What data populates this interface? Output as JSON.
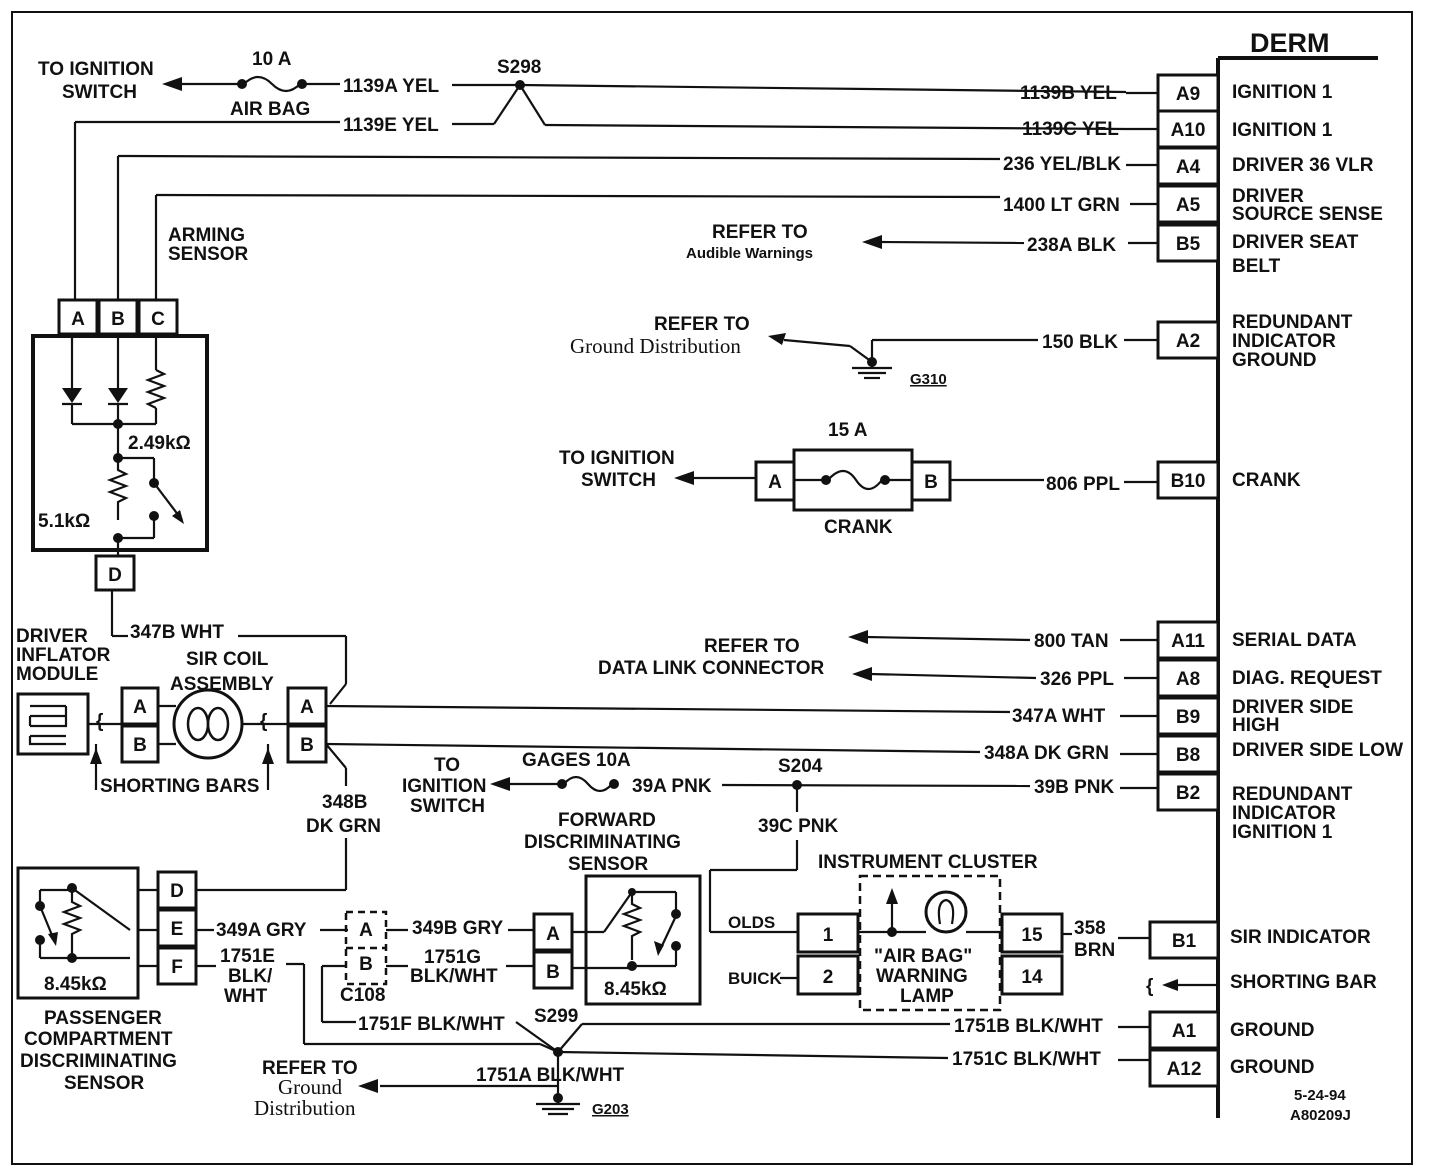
{
  "derm": {
    "title": "DERM",
    "pins": [
      {
        "pin": "A9",
        "label": "IGNITION 1",
        "wire": "1139B YEL"
      },
      {
        "pin": "A10",
        "label": "IGNITION 1",
        "wire": "1139C YEL"
      },
      {
        "pin": "A4",
        "label": "DRIVER 36 VLR",
        "wire": "236 YEL/BLK"
      },
      {
        "pin": "A5",
        "label_line1": "DRIVER",
        "label_line2": "SOURCE SENSE",
        "wire": "1400 LT GRN"
      },
      {
        "pin": "B5",
        "label_line1": "DRIVER SEAT",
        "label_line2": "BELT",
        "wire": "238A BLK"
      },
      {
        "pin": "A2",
        "label_line1": "REDUNDANT",
        "label_line2": "INDICATOR",
        "label_line3": "GROUND",
        "wire": "150 BLK"
      },
      {
        "pin": "B10",
        "label": "CRANK",
        "wire": "806 PPL"
      },
      {
        "pin": "A11",
        "label": "SERIAL DATA",
        "wire": "800 TAN"
      },
      {
        "pin": "A8",
        "label": "DIAG. REQUEST",
        "wire": "326 PPL"
      },
      {
        "pin": "B9",
        "label_line1": "DRIVER SIDE",
        "label_line2": "HIGH",
        "wire": "347A WHT"
      },
      {
        "pin": "B8",
        "label": "DRIVER SIDE LOW",
        "wire": "348A DK GRN"
      },
      {
        "pin": "B2",
        "label_line1": "REDUNDANT",
        "label_line2": "INDICATOR",
        "label_line3": "IGNITION 1",
        "wire": "39B PNK"
      },
      {
        "pin": "B1",
        "label": "SIR INDICATOR",
        "wire_line1": "358",
        "wire_line2": "BRN"
      },
      {
        "pin": "A1",
        "label": "GROUND",
        "wire": "1751B BLK/WHT"
      },
      {
        "pin": "A12",
        "label": "GROUND",
        "wire": "1751C BLK/WHT"
      }
    ],
    "shorting_bar": "SHORTING BAR"
  },
  "top": {
    "to_ignition_line1": "TO IGNITION",
    "to_ignition_line2": "SWITCH",
    "fuse_rating": "10 A",
    "fuse_name": "AIR BAG",
    "wire_1139a": "1139A YEL",
    "wire_1139e": "1139E YEL",
    "splice": "S298"
  },
  "arming_sensor": {
    "title_line1": "ARMING",
    "title_line2": "SENSOR",
    "pins": [
      "A",
      "B",
      "C",
      "D"
    ],
    "r1": "2.49kΩ",
    "r2": "5.1kΩ"
  },
  "refs": {
    "audible_line1": "REFER TO",
    "audible_line2": "Audible Warnings",
    "ground_line1": "REFER  TO",
    "ground_line2": "Ground  Distribution",
    "g310": "G310",
    "data_link_line1": "REFER TO",
    "data_link_line2": "DATA LINK CONNECTOR",
    "ground2_line1": "REFER TO",
    "ground2_line2": "Ground",
    "ground2_line3": "Distribution",
    "g203": "G203"
  },
  "crank": {
    "fuse_rating": "15 A",
    "fuse_name": "CRANK",
    "pin_a": "A",
    "pin_b": "B",
    "to_ignition_line1": "TO IGNITION",
    "to_ignition_line2": "SWITCH"
  },
  "driver_inflator": {
    "title_line1": "DRIVER",
    "title_line2": "INFLATOR",
    "title_line3": "MODULE",
    "sir_line1": "SIR COIL",
    "sir_line2": "ASSEMBLY",
    "pin_a": "A",
    "pin_b": "B",
    "shorting_bars": "SHORTING BARS",
    "wire_347b": "347B WHT",
    "wire_348b_line1": "348B",
    "wire_348b_line2": "DK GRN"
  },
  "gages": {
    "to_ign_line1": "TO",
    "to_ign_line2": "IGNITION",
    "to_ign_line3": "SWITCH",
    "fuse": "GAGES 10A",
    "wire_39a": "39A PNK",
    "splice": "S204",
    "wire_39c": "39C PNK"
  },
  "forward_sensor": {
    "title_line1": "FORWARD",
    "title_line2": "DISCRIMINATING",
    "title_line3": "SENSOR",
    "pin_a": "A",
    "pin_b": "B",
    "r": "8.45kΩ"
  },
  "passenger_sensor": {
    "pins": [
      "D",
      "E",
      "F"
    ],
    "r": "8.45kΩ",
    "title_line1": "PASSENGER",
    "title_line2": "COMPARTMENT",
    "title_line3": "DISCRIMINATING",
    "title_line4": "SENSOR",
    "wire_349a": "349A GRY",
    "wire_1751e_line1": "1751E",
    "wire_1751e_line2": "BLK/",
    "wire_1751e_line3": "WHT"
  },
  "c108": {
    "name": "C108",
    "pin_a": "A",
    "pin_b": "B",
    "wire_349b": "349B GRY",
    "wire_1751g_line1": "1751G",
    "wire_1751g_line2": "BLK/WHT"
  },
  "instrument": {
    "title": "INSTRUMENT CLUSTER",
    "lamp_line1": "\"AIR BAG\"",
    "lamp_line2": "WARNING",
    "lamp_line3": "LAMP",
    "olds": "OLDS",
    "buick": "BUICK",
    "pin1": "1",
    "pin2": "2",
    "pin15": "15",
    "pin14": "14"
  },
  "ground_bottom": {
    "wire_1751f": "1751F BLK/WHT",
    "splice": "S299",
    "wire_1751a": "1751A BLK/WHT"
  },
  "footer": {
    "date": "5-24-94",
    "code": "A80209J"
  }
}
